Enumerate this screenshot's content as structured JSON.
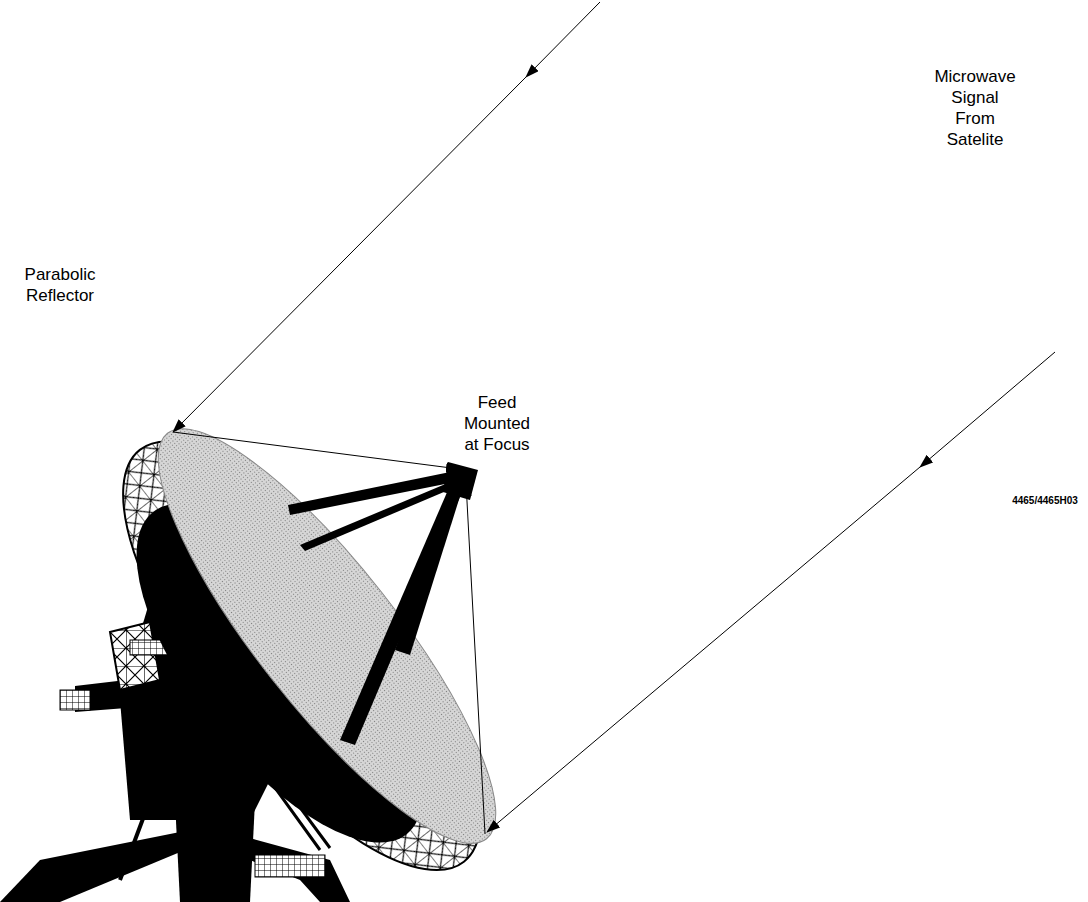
{
  "diagram": {
    "labels": [
      "Microwave Signal From Satelite",
      "Feed Mounted at Focus",
      "Parabolic Reflector",
      "4465/4465H03"
    ]
  }
}
